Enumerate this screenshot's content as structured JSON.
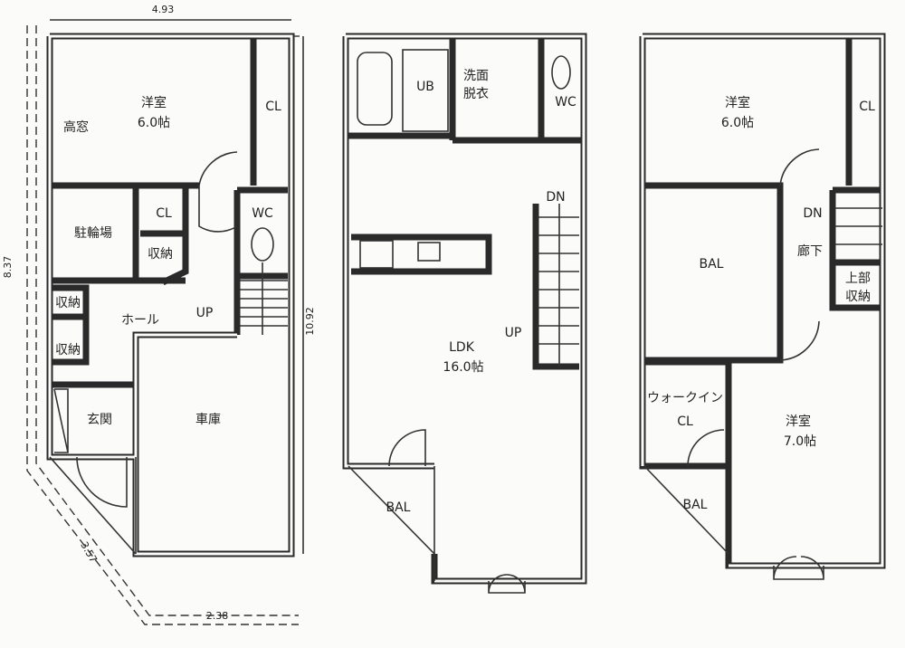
{
  "dimensions": {
    "top_width": "4.93",
    "left_depth": "8.37",
    "right_depth": "10.92",
    "diagonal": "3.57",
    "bottom_width": "2.38"
  },
  "floor1": {
    "western_room": "洋室",
    "western_room_size": "6.0帖",
    "high_window": "高窓",
    "closet_a": "CL",
    "closet_b": "CL",
    "wc": "WC",
    "bicycle_parking": "駐輪場",
    "storage_a": "収納",
    "storage_b": "収納",
    "storage_c": "収納",
    "hall": "ホール",
    "stairs_up": "UP",
    "entrance": "玄関",
    "garage": "車庫"
  },
  "floor2": {
    "bath": "UB",
    "washroom_line1": "洗面",
    "washroom_line2": "脱衣",
    "wc": "WC",
    "stairs_down": "DN",
    "stairs_up": "UP",
    "ldk": "LDK",
    "ldk_size": "16.0帖",
    "balcony": "BAL"
  },
  "floor3": {
    "western_room_a": "洋室",
    "western_room_a_size": "6.0帖",
    "closet": "CL",
    "stairs_down": "DN",
    "corridor": "廊下",
    "balcony_a": "BAL",
    "upper_storage_line1": "上部",
    "upper_storage_line2": "収納",
    "walkin_line1": "ウォークイン",
    "walkin_line2": "CL",
    "western_room_b": "洋室",
    "western_room_b_size": "7.0帖",
    "balcony_b": "BAL"
  }
}
